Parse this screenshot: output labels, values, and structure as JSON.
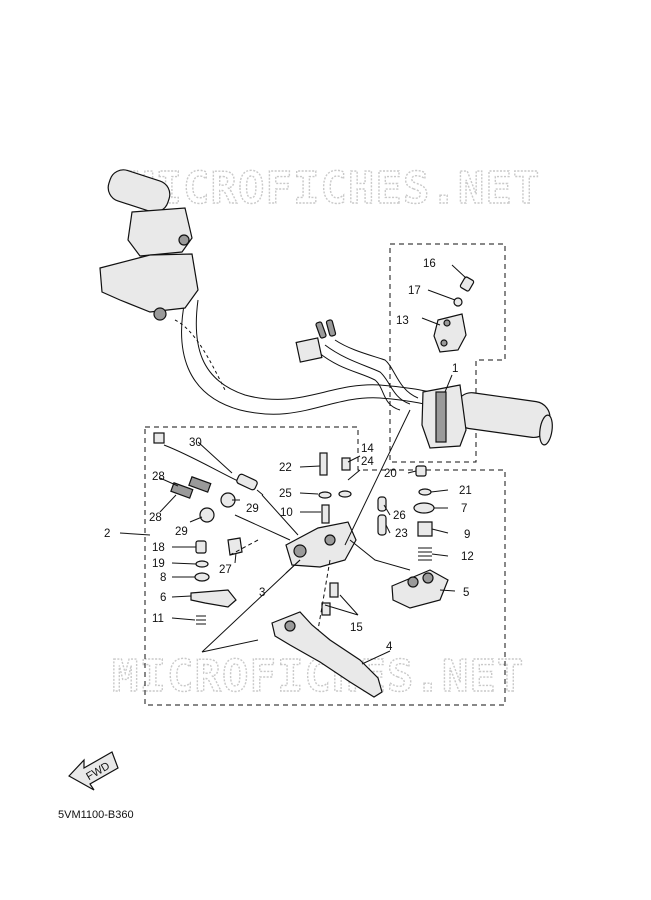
{
  "watermark": {
    "text": "MICROFICHES.NET"
  },
  "diagram_code": "5VM1100-B360",
  "fwd_label": "FWD",
  "callouts": {
    "c1": "1",
    "c2": "2",
    "c3": "3",
    "c4": "4",
    "c5": "5",
    "c6": "6",
    "c7": "7",
    "c8": "8",
    "c9": "9",
    "c10": "10",
    "c11": "11",
    "c12": "12",
    "c13": "13",
    "c14": "14",
    "c15": "15",
    "c16": "16",
    "c17": "17",
    "c18": "18",
    "c19": "19",
    "c20": "20",
    "c21": "21",
    "c22": "22",
    "c23": "23",
    "c24": "24",
    "c25": "25",
    "c26": "26",
    "c27": "27",
    "c28a": "28",
    "c28b": "28",
    "c29a": "29",
    "c29b": "29",
    "c30": "30"
  }
}
